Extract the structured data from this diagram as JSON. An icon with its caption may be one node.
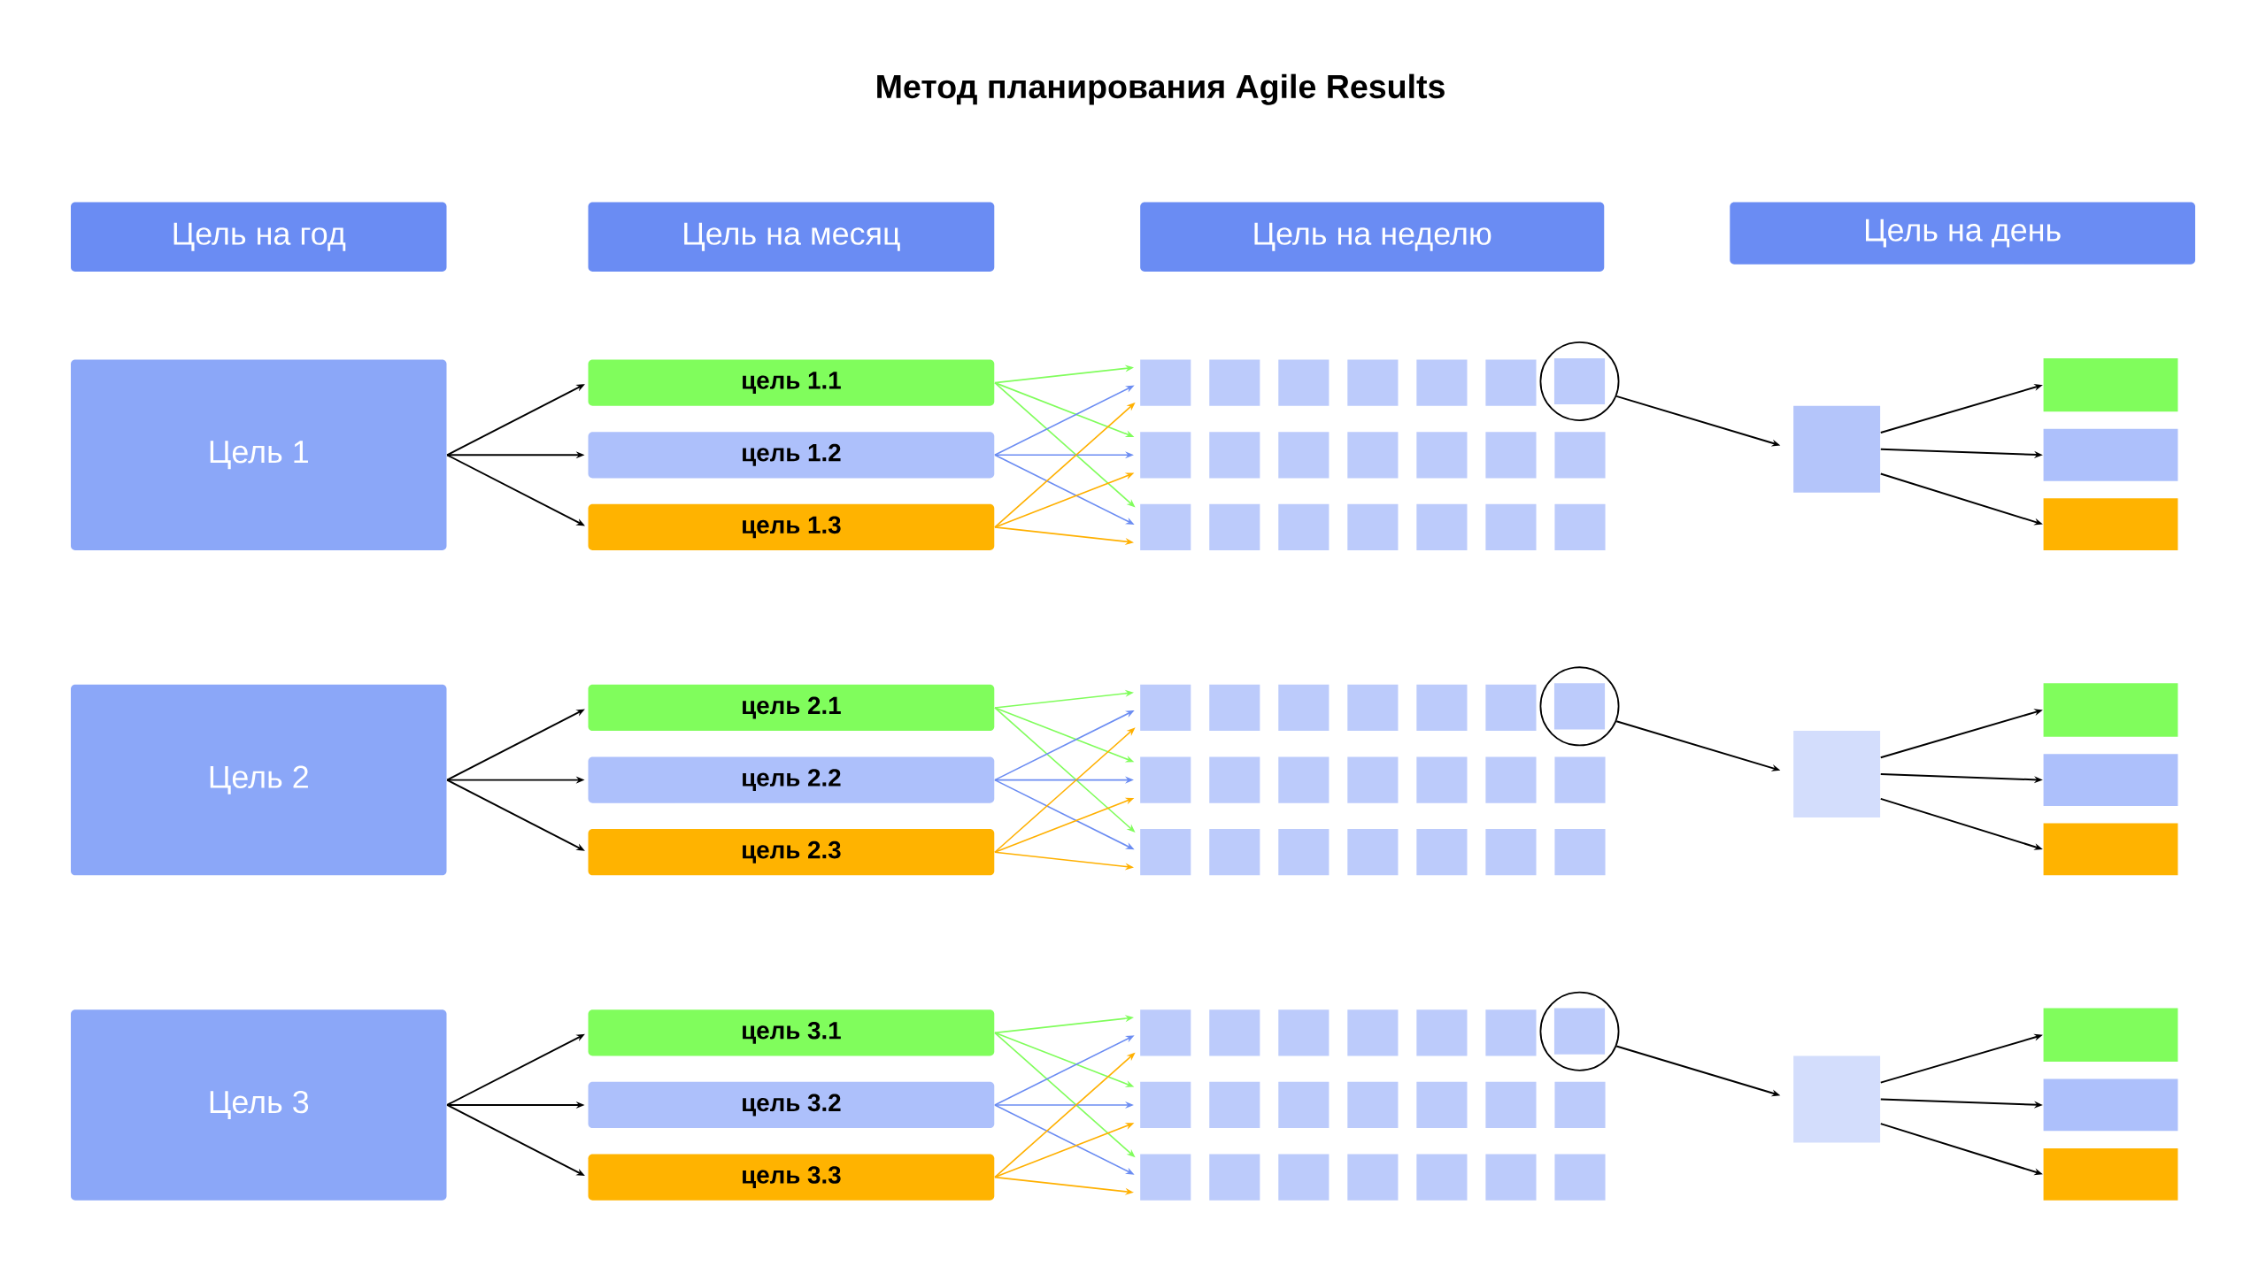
{
  "diagram": {
    "title": "Метод планирования Agile Results",
    "nodes": [
      {
        "text": [
          "Цель на год"
        ]
      },
      {
        "text": [
          "Цель на месяц"
        ]
      },
      {
        "text": [
          "Цель на неделю"
        ]
      },
      {
        "text": [
          "Цель на день"
        ]
      },
      {
        "text": [
          "Цель 1"
        ]
      },
      {
        "text": [
          "цель 1.1"
        ]
      },
      {
        "text": [
          "цель 1.2"
        ]
      },
      {
        "text": [
          "цель 1.3"
        ]
      },
      {
        "text": [],
        "shape": "box"
      },
      {
        "text": [],
        "shape": "box"
      },
      {
        "text": [],
        "shape": "box"
      },
      {
        "text": [],
        "shape": "box"
      },
      {
        "text": [],
        "shape": "box"
      },
      {
        "text": [],
        "shape": "box"
      },
      {
        "text": [],
        "shape": "circle"
      },
      {
        "text": [],
        "shape": "box",
        "in": 14
      },
      {
        "text": [],
        "shape": "box"
      },
      {
        "text": [],
        "shape": "box"
      },
      {
        "text": [],
        "shape": "box"
      },
      {
        "text": [],
        "shape": "box"
      },
      {
        "text": [],
        "shape": "box"
      },
      {
        "text": [],
        "shape": "box"
      },
      {
        "text": [],
        "shape": "box"
      },
      {
        "text": [],
        "shape": "box"
      },
      {
        "text": [],
        "shape": "box"
      },
      {
        "text": [],
        "shape": "box"
      },
      {
        "text": [],
        "shape": "box"
      },
      {
        "text": [],
        "shape": "box"
      },
      {
        "text": [],
        "shape": "box"
      },
      {
        "text": [],
        "shape": "box"
      },
      {
        "text": [],
        "shape": "box"
      },
      {
        "text": [],
        "shape": "box"
      },
      {
        "text": [],
        "shape": "box"
      },
      {
        "text": [],
        "shape": "box"
      },
      {
        "text": [
          "Цель 2"
        ]
      },
      {
        "text": [
          "цель 2.1"
        ]
      },
      {
        "text": [
          "цель 2.2"
        ]
      },
      {
        "text": [
          "цель 2.3"
        ]
      },
      {
        "text": [],
        "shape": "box"
      },
      {
        "text": [],
        "shape": "box"
      },
      {
        "text": [],
        "shape": "box"
      },
      {
        "text": [],
        "shape": "box"
      },
      {
        "text": [],
        "shape": "box"
      },
      {
        "text": [],
        "shape": "box"
      },
      {
        "text": [],
        "shape": "circle"
      },
      {
        "text": [],
        "shape": "box",
        "in": 44
      },
      {
        "text": [],
        "shape": "box"
      },
      {
        "text": [],
        "shape": "box"
      },
      {
        "text": [],
        "shape": "box"
      },
      {
        "text": [],
        "shape": "box"
      },
      {
        "text": [],
        "shape": "box"
      },
      {
        "text": [],
        "shape": "box"
      },
      {
        "text": [],
        "shape": "box"
      },
      {
        "text": [],
        "shape": "box"
      },
      {
        "text": [],
        "shape": "box"
      },
      {
        "text": [],
        "shape": "box"
      },
      {
        "text": [],
        "shape": "box"
      },
      {
        "text": [],
        "shape": "box"
      },
      {
        "text": [],
        "shape": "box"
      },
      {
        "text": [],
        "shape": "box"
      },
      {
        "text": [],
        "shape": "box"
      },
      {
        "text": [],
        "shape": "box"
      },
      {
        "text": [],
        "shape": "box"
      },
      {
        "text": [],
        "shape": "box"
      },
      {
        "text": [
          "Цель 3"
        ]
      },
      {
        "text": [
          "цель 3.1"
        ]
      },
      {
        "text": [
          "цель 3.2"
        ]
      },
      {
        "text": [
          "цель 3.3"
        ]
      },
      {
        "text": [],
        "shape": "box"
      },
      {
        "text": [],
        "shape": "box"
      },
      {
        "text": [],
        "shape": "box"
      },
      {
        "text": [],
        "shape": "box"
      },
      {
        "text": [],
        "shape": "box"
      },
      {
        "text": [],
        "shape": "box"
      },
      {
        "text": [],
        "shape": "circle"
      },
      {
        "text": [],
        "shape": "box",
        "in": 74
      },
      {
        "text": [],
        "shape": "box"
      },
      {
        "text": [],
        "shape": "box"
      },
      {
        "text": [],
        "shape": "box"
      },
      {
        "text": [],
        "shape": "box"
      },
      {
        "text": [],
        "shape": "box"
      },
      {
        "text": [],
        "shape": "box"
      },
      {
        "text": [],
        "shape": "box"
      },
      {
        "text": [],
        "shape": "box"
      },
      {
        "text": [],
        "shape": "box"
      },
      {
        "text": [],
        "shape": "box"
      },
      {
        "text": [],
        "shape": "box"
      },
      {
        "text": [],
        "shape": "box"
      },
      {
        "text": [],
        "shape": "box"
      },
      {
        "text": [],
        "shape": "box"
      },
      {
        "text": [],
        "shape": "box"
      },
      {
        "text": [],
        "shape": "box"
      },
      {
        "text": [],
        "shape": "box"
      },
      {
        "text": [],
        "shape": "box"
      }
    ],
    "edges": [
      {
        "from": 4,
        "to": 5,
        "arrow": "to"
      },
      {
        "from": 4,
        "to": 6,
        "arrow": "to"
      },
      {
        "from": 4,
        "to": 7,
        "arrow": "to"
      },
      {
        "from": 5,
        "to": 8,
        "arrow": "to",
        "color": "#80fd5c"
      },
      {
        "from": 5,
        "to": 16,
        "arrow": "to",
        "color": "#80fd5c"
      },
      {
        "from": 5,
        "to": 23,
        "arrow": "to",
        "color": "#80fd5c"
      },
      {
        "from": 6,
        "to": 8,
        "arrow": "to",
        "color": "#6b8cf2"
      },
      {
        "from": 6,
        "to": 16,
        "arrow": "to",
        "color": "#6b8cf2"
      },
      {
        "from": 6,
        "to": 23,
        "arrow": "to",
        "color": "#6b8cf2"
      },
      {
        "from": 7,
        "to": 8,
        "arrow": "to",
        "color": "#ffb000"
      },
      {
        "from": 7,
        "to": 16,
        "arrow": "to",
        "color": "#ffb000"
      },
      {
        "from": 7,
        "to": 23,
        "arrow": "to",
        "color": "#ffb000"
      },
      {
        "from": 14,
        "to": 30,
        "arrow": "to"
      },
      {
        "from": 30,
        "to": 31,
        "arrow": "to"
      },
      {
        "from": 30,
        "to": 32,
        "arrow": "to"
      },
      {
        "from": 30,
        "to": 33,
        "arrow": "to"
      },
      {
        "from": 34,
        "to": 35,
        "arrow": "to"
      },
      {
        "from": 34,
        "to": 36,
        "arrow": "to"
      },
      {
        "from": 34,
        "to": 37,
        "arrow": "to"
      },
      {
        "from": 35,
        "to": 38,
        "arrow": "to",
        "color": "#80fd5c"
      },
      {
        "from": 35,
        "to": 46,
        "arrow": "to",
        "color": "#80fd5c"
      },
      {
        "from": 35,
        "to": 53,
        "arrow": "to",
        "color": "#80fd5c"
      },
      {
        "from": 36,
        "to": 38,
        "arrow": "to",
        "color": "#6b8cf2"
      },
      {
        "from": 36,
        "to": 46,
        "arrow": "to",
        "color": "#6b8cf2"
      },
      {
        "from": 36,
        "to": 53,
        "arrow": "to",
        "color": "#6b8cf2"
      },
      {
        "from": 37,
        "to": 38,
        "arrow": "to",
        "color": "#ffb000"
      },
      {
        "from": 37,
        "to": 46,
        "arrow": "to",
        "color": "#ffb000"
      },
      {
        "from": 37,
        "to": 53,
        "arrow": "to",
        "color": "#ffb000"
      },
      {
        "from": 44,
        "to": 60,
        "arrow": "to"
      },
      {
        "from": 60,
        "to": 61,
        "arrow": "to"
      },
      {
        "from": 60,
        "to": 62,
        "arrow": "to"
      },
      {
        "from": 60,
        "to": 63,
        "arrow": "to"
      },
      {
        "from": 64,
        "to": 65,
        "arrow": "to"
      },
      {
        "from": 64,
        "to": 66,
        "arrow": "to"
      },
      {
        "from": 64,
        "to": 67,
        "arrow": "to"
      },
      {
        "from": 65,
        "to": 68,
        "arrow": "to",
        "color": "#80fd5c"
      },
      {
        "from": 65,
        "to": 76,
        "arrow": "to",
        "color": "#80fd5c"
      },
      {
        "from": 65,
        "to": 83,
        "arrow": "to",
        "color": "#80fd5c"
      },
      {
        "from": 66,
        "to": 68,
        "arrow": "to",
        "color": "#6b8cf2"
      },
      {
        "from": 66,
        "to": 76,
        "arrow": "to",
        "color": "#6b8cf2"
      },
      {
        "from": 66,
        "to": 83,
        "arrow": "to",
        "color": "#6b8cf2"
      },
      {
        "from": 67,
        "to": 68,
        "arrow": "to",
        "color": "#ffb000"
      },
      {
        "from": 67,
        "to": 76,
        "arrow": "to",
        "color": "#ffb000"
      },
      {
        "from": 67,
        "to": 83,
        "arrow": "to",
        "color": "#ffb000"
      },
      {
        "from": 74,
        "to": 90,
        "arrow": "to"
      },
      {
        "from": 90,
        "to": 91,
        "arrow": "to"
      },
      {
        "from": 90,
        "to": 92,
        "arrow": "to"
      },
      {
        "from": 90,
        "to": 93,
        "arrow": "to"
      }
    ]
  }
}
